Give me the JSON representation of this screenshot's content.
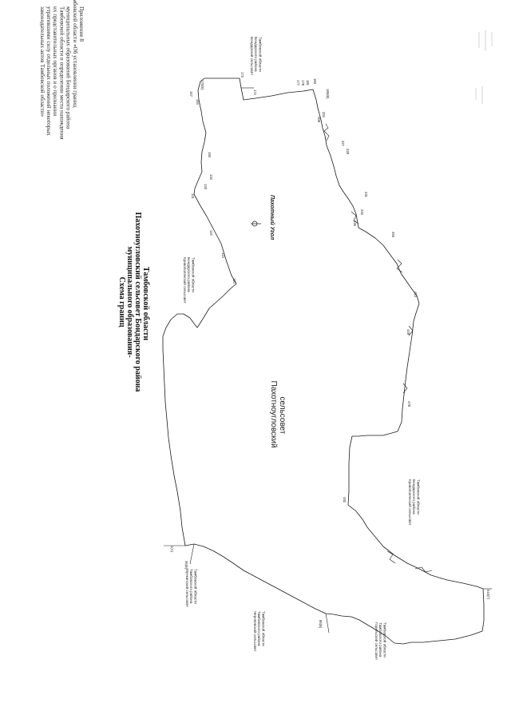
{
  "annex": {
    "lines": [
      "Приложение 8",
      "к Закону Тамбовской области «Об установлении границ",
      "муниципальных образований Бондарского района",
      "Тамбовской области и определении места нахождения",
      "их представительных органов и о признании",
      "утратившими силу отдельных положений некоторых",
      "законодательных актов Тамбовской области»"
    ]
  },
  "title": {
    "lines": [
      "Схема границ",
      "муниципального образования-",
      "Пахотноугловский сельсовет Бондарского района",
      "Тамбовской области"
    ]
  },
  "region_label": [
    "Пахотноугловский",
    "сельсовет"
  ],
  "village_label": "Пахотный Угол",
  "neighbors": [
    {
      "lines": [
        "Бондарский сельсовет",
        "Бондарского района",
        "Тамбовской области"
      ]
    },
    {
      "lines": [
        "Кривополянский сельсовет",
        "Бондарского района",
        "Тамбовской области"
      ]
    },
    {
      "lines": [
        "Кривополянский сельсовет",
        "Бондарского района",
        "Тамбовской области"
      ]
    },
    {
      "lines": [
        "Мучкапский сельсовет",
        "Тамбовского района",
        "Тамбовской области"
      ]
    },
    {
      "lines": [
        "Черняевский сельсовет",
        "Тамбовского района",
        "Тамбовской области"
      ]
    },
    {
      "lines": [
        "Горельский сельсовет",
        "Тамбовского района",
        "Тамбовской области"
      ]
    }
  ],
  "points": [
    "170(Б)",
    "167",
    "164",
    "160",
    "134",
    "133",
    "121",
    "116",
    "113",
    "110",
    "173",
    "174",
    "177",
    "178",
    "181",
    "183",
    "186(В)",
    "204",
    "208",
    "227",
    "228",
    "231",
    "232",
    "236",
    "266",
    "423",
    "449",
    "478",
    "492",
    "616(Г)",
    "1(А)",
    "36(Б)",
    "86(В)"
  ],
  "map": {
    "line_color": "#1a1a1a",
    "marker_icon": "lollipop-marker-icon"
  }
}
